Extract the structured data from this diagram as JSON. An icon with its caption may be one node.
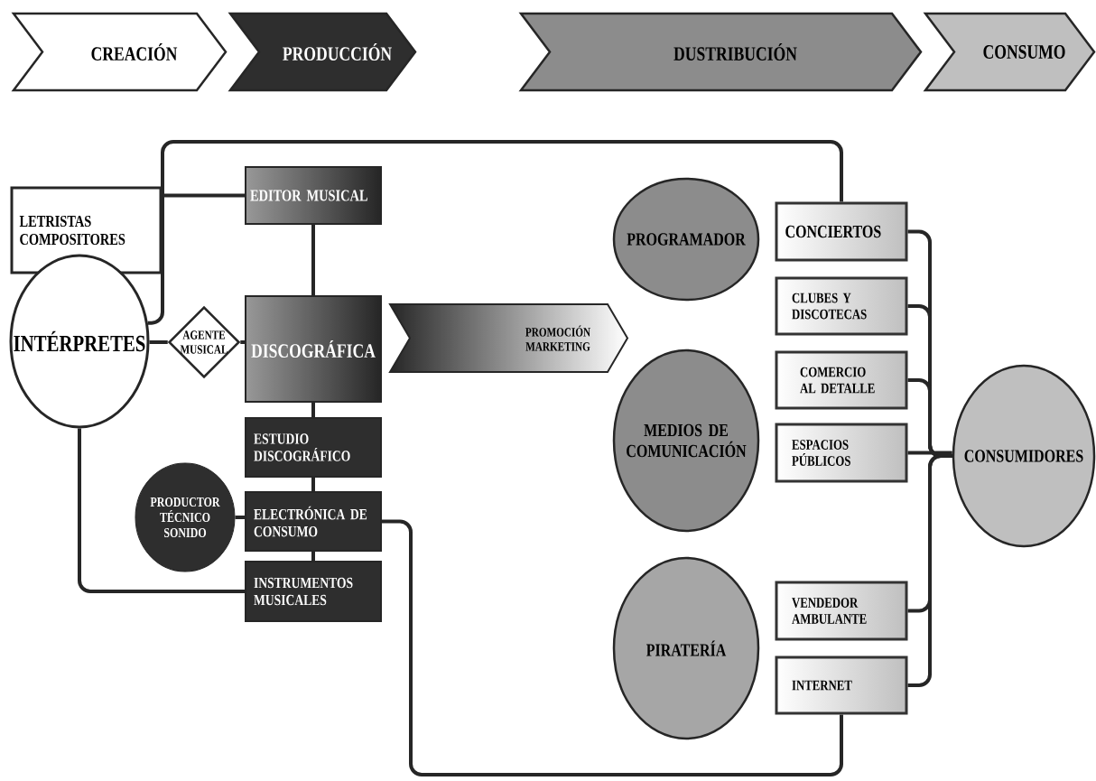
{
  "diagram": {
    "nodes": [
      {
        "text": [
          "CREACIÓN"
        ]
      },
      {
        "text": [
          "PRODUCCIÓN"
        ]
      },
      {
        "text": [
          "DUSTRIBUCIÓN"
        ]
      },
      {
        "text": [
          "CONSUMO"
        ]
      },
      {
        "text": [
          "LETRISTAS COMPOSITORES"
        ]
      },
      {
        "text": [
          "EDITOR MUSICAL"
        ]
      },
      {
        "text": [
          "PROGRAMADOR"
        ]
      },
      {
        "text": [
          "CONCIERTOS"
        ]
      },
      {
        "text": [
          "INTÉRPRETES"
        ]
      },
      {
        "text": [
          "AGENTE MUSICAL"
        ]
      },
      {
        "text": [
          "DISCOGRÁFICA"
        ]
      },
      {
        "text": [
          "PROMOCIÓN MARKETING"
        ]
      },
      {
        "text": [
          "CLUBES Y DISCOTECAS"
        ]
      },
      {
        "text": [
          "COMERCIO AL DETALLE"
        ]
      },
      {
        "text": [
          "MEDIOS DE COMUNICACIÓN"
        ]
      },
      {
        "text": [
          "ESPACIOS PÚBLICOS"
        ]
      },
      {
        "text": [
          "CONSUMIDORES"
        ]
      },
      {
        "text": [
          "ESTUDIO DISCOGRÁFICO"
        ]
      },
      {
        "text": [
          "PRODUCTOR TÉCNICO SONIDO"
        ]
      },
      {
        "text": [
          "ELECTRÓNICA DE CONSUMO"
        ]
      },
      {
        "text": [
          "INSTRUMENTOS MUSICALES"
        ]
      },
      {
        "text": [
          "PIRATERÍA"
        ]
      },
      {
        "text": [
          "VENDEDOR AMBULANTE"
        ]
      },
      {
        "text": [
          "INTERNET"
        ]
      }
    ],
    "edges": [
      {
        "from": 4,
        "to": 5,
        "arrow": "none"
      },
      {
        "from": 5,
        "to": 10,
        "arrow": "none"
      },
      {
        "from": 8,
        "to": 7,
        "arrow": "none"
      },
      {
        "from": 8,
        "to": 9,
        "arrow": "none"
      },
      {
        "from": 9,
        "to": 10,
        "arrow": "none"
      },
      {
        "from": 10,
        "to": 17,
        "arrow": "none"
      },
      {
        "from": 17,
        "to": 19,
        "arrow": "none"
      },
      {
        "from": 19,
        "to": 20,
        "arrow": "none"
      },
      {
        "from": 18,
        "to": 19,
        "arrow": "none"
      },
      {
        "from": 8,
        "to": 20,
        "arrow": "none"
      },
      {
        "from": 19,
        "to": 23,
        "arrow": "none"
      },
      {
        "from": 7,
        "to": 16,
        "arrow": "none"
      },
      {
        "from": 12,
        "to": 16,
        "arrow": "none"
      },
      {
        "from": 13,
        "to": 16,
        "arrow": "none"
      },
      {
        "from": 15,
        "to": 16,
        "arrow": "none"
      },
      {
        "from": 22,
        "to": 16,
        "arrow": "none"
      },
      {
        "from": 23,
        "to": 16,
        "arrow": "none"
      }
    ]
  }
}
